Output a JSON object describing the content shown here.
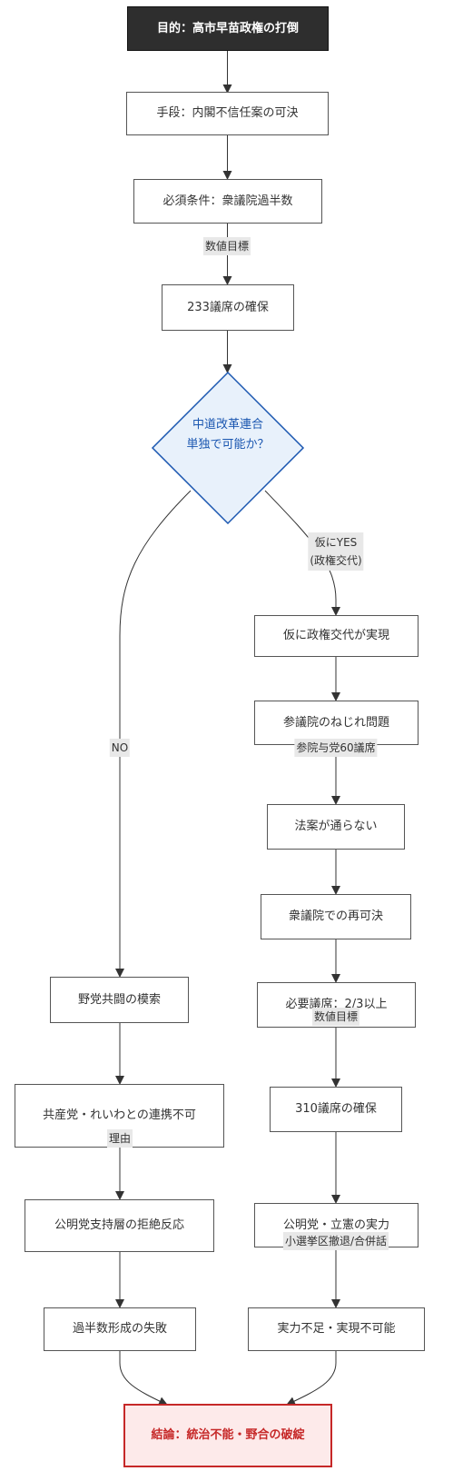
{
  "nodes": {
    "goal": "目的：高市早苗政権の打倒",
    "means": "手段：内閣不信任案の可決",
    "condition": "必須条件：衆議院過半数",
    "seats233": "233議席の確保",
    "decision_line1": "中道改革連合",
    "decision_line2": "単独で可能か？",
    "no_opposition": "野党共闘の模索",
    "no_jcp": "共産党・れいわとの連携不可",
    "no_komeito": "公明党支持層の拒絶反応",
    "no_fail": "過半数形成の失敗",
    "yes_change": "仮に政権交代が実現",
    "yes_twisted": "参議院のねじれ問題",
    "yes_bills": "法案が通らない",
    "yes_revote": "衆議院での再可決",
    "yes_required": "必要議席：2/3以上",
    "yes_seats310": "310議席の確保",
    "yes_power": "公明党・立憲の実力",
    "yes_lack": "実力不足・実現不可能",
    "conclusion": "結論：統治不能・野合の破綻"
  },
  "edge_labels": {
    "numeric_target_1": "数値目標",
    "no": "NO",
    "yes_line1": "仮にYES",
    "yes_line2": "(政権交代)",
    "upper_house": "参院与党60議席",
    "numeric_target_2": "数値目標",
    "reason": "理由",
    "district": "小選挙区撤退/合併話"
  },
  "colors": {
    "dark_node": "#2e2e2e",
    "decision_border": "#1a56b0",
    "decision_fill": "#e8f1fb",
    "conclusion_border": "#c62828",
    "conclusion_fill": "#fdeaea",
    "edge": "#333333"
  }
}
